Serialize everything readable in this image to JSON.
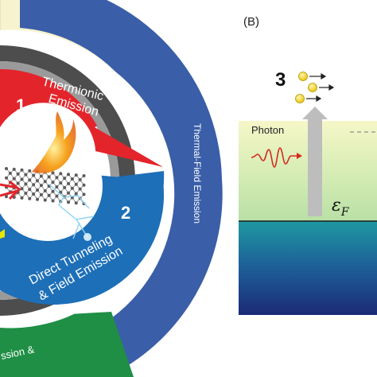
{
  "panel_b": {
    "letter": "(B)",
    "step_number": "3",
    "photon_label": "Photon",
    "fermi_symbol": "ε",
    "fermi_subscript": "F"
  },
  "wheel": {
    "thermionic": {
      "number": "1",
      "line1": "Thermionic",
      "line2": "Emission"
    },
    "tunneling": {
      "number": "2",
      "line1": "Direct Tunneling",
      "line2": "& Field Emission"
    },
    "outer_label": "Thermal-Field Emission",
    "bottom_fragment": "ssion &"
  },
  "colors": {
    "red_segment": "#e4242b",
    "blue_segment": "#1d6fb8",
    "outer_blue": "#3a5ea8",
    "outer_cream": "#f7f3cf",
    "outer_green": "#1f8f45",
    "dark_ring": "#4d4d4d",
    "arrow_grey": "#bdbdbd"
  }
}
